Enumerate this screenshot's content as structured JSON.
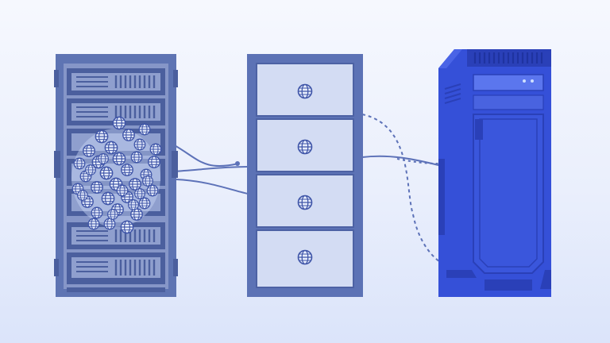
{
  "illustration": {
    "colors": {
      "background_top": "#f6f8fe",
      "background_bottom": "#dbe4fa",
      "rack_frame": "#5e74b3",
      "rack_dark": "#4b5f9e",
      "rack_slot": "#8f9fce",
      "cabinet_frame": "#5c72b5",
      "drawer_face": "#d3dcf3",
      "tower_blue": "#3550d8",
      "tower_dark": "#2a40b8",
      "cable": "#5d72b8",
      "globe_fill": "#e6ecfb",
      "globe_stroke": "#3f55a8"
    },
    "objects": [
      {
        "name": "server-rack",
        "icon": "rack-server-icon"
      },
      {
        "name": "file-cabinet",
        "icon": "drawer-cabinet-icon",
        "drawer_count": 4
      },
      {
        "name": "tower-server",
        "icon": "tower-server-icon"
      },
      {
        "name": "globe-cluster",
        "icon": "globe-icon",
        "globe_count": 40
      }
    ]
  }
}
